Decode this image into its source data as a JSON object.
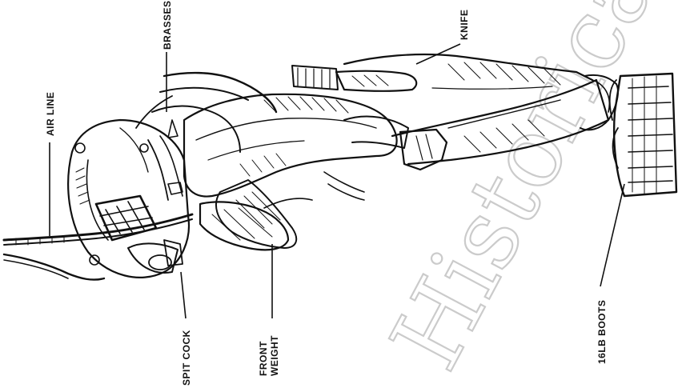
{
  "diagram": {
    "labels": {
      "air_line": "AIR LINE",
      "brasses": "BRASSES",
      "knife": "KNIFE",
      "spit_cock": "SPIT COCK",
      "front_weight_line1": "FRONT",
      "front_weight_line2": "WEIGHT",
      "boots": "16LB BOOTS"
    },
    "watermark": "Historical Society"
  }
}
